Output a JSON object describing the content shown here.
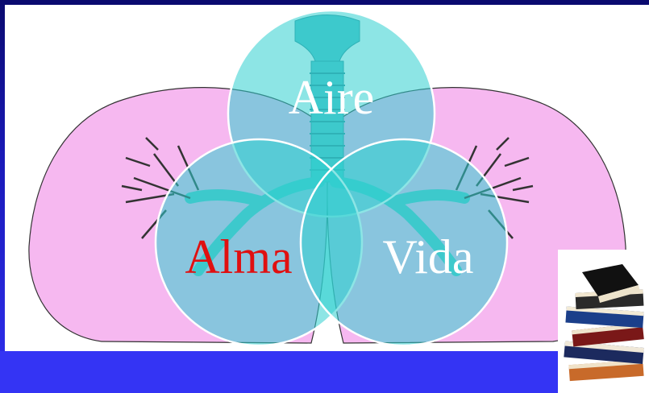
{
  "diagram": {
    "type": "venn",
    "sets": [
      {
        "label": "Aire",
        "color": "#ffffff"
      },
      {
        "label": "Alma",
        "color": "#e01010"
      },
      {
        "label": "Vida",
        "color": "#ffffff"
      }
    ]
  },
  "colors": {
    "circle_fill": "#2fd0d0",
    "lung_fill": "#f6b8f0",
    "trachea": "#4fc0c8",
    "background_top": "#0a0a6e",
    "background_bottom": "#3434f4"
  },
  "icons": {
    "illustration": "lungs-illustration",
    "corner": "books-stack-icon"
  }
}
